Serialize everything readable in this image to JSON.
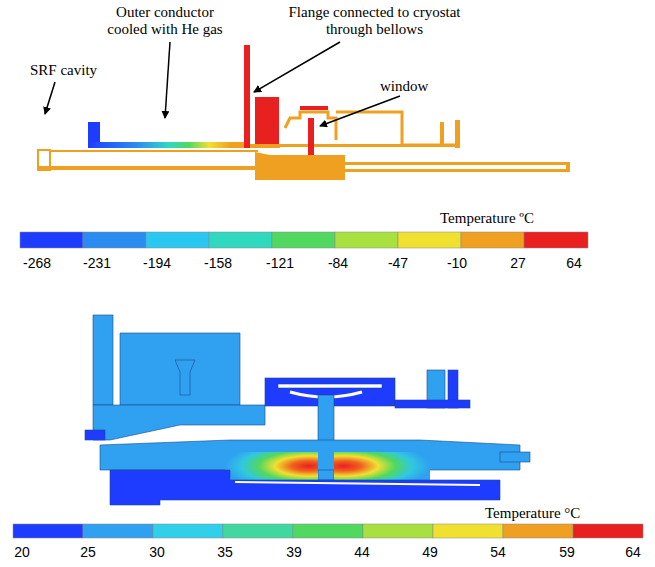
{
  "diagram": {
    "labels": [
      "Outer conductor cooled with He gas",
      "Flange connected to cryostat through bellows",
      "SRF cavity",
      "window",
      "Temperature ºC",
      "-268",
      "-231",
      "-194",
      "-158",
      "-121",
      "-84",
      "-47",
      "-10",
      "27",
      "64",
      "Temperature °C",
      "20",
      "25",
      "30",
      "35",
      "39",
      "44",
      "49",
      "54",
      "59",
      "64"
    ]
  }
}
